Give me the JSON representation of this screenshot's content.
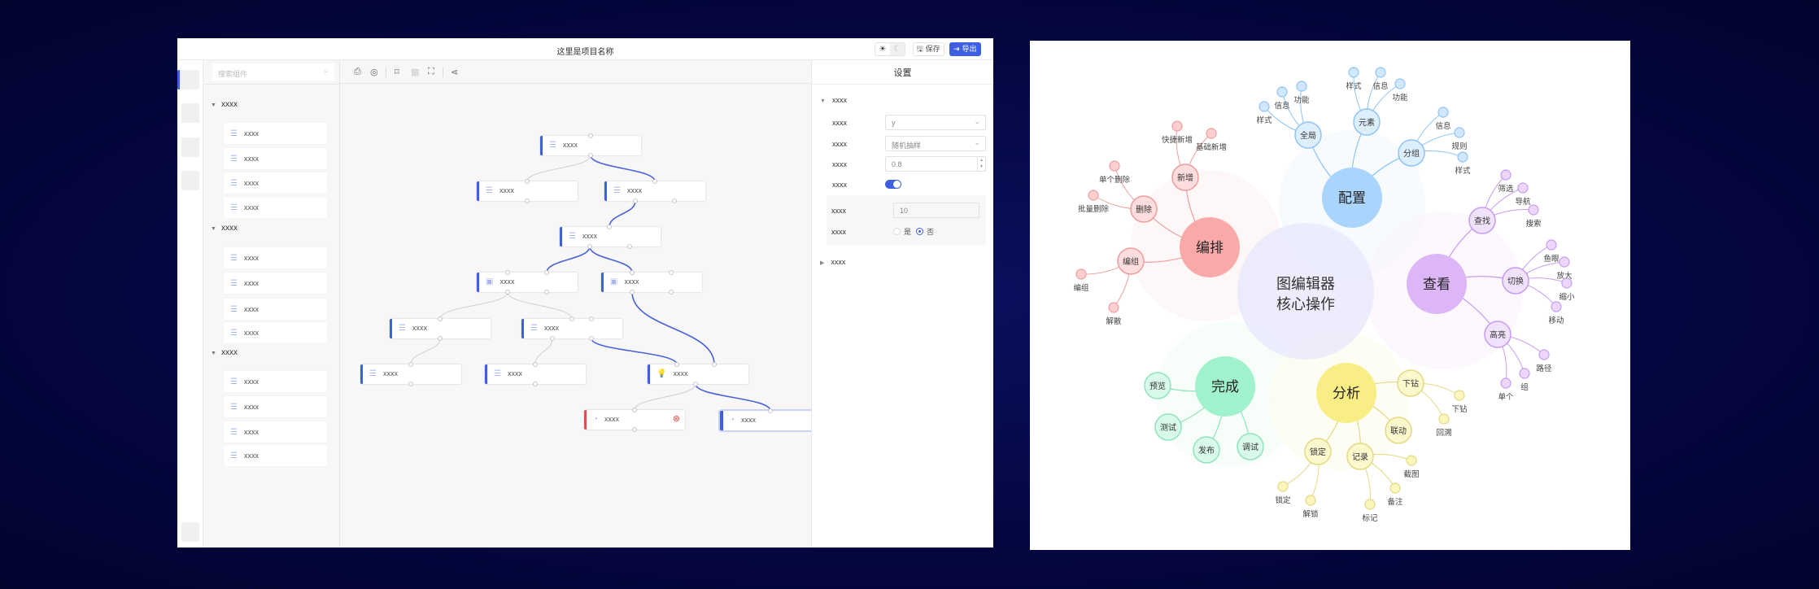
{
  "editor": {
    "header": {
      "project_title": "这里是项目名称",
      "theme_light_icon": "sun-icon",
      "theme_dark_icon": "moon-icon",
      "save_label": "保存",
      "export_label": "导出"
    },
    "components": {
      "search_placeholder": "搜索组件",
      "groups": [
        {
          "label": "xxxx",
          "items": [
            "xxxx",
            "xxxx",
            "xxxx",
            "xxxx"
          ]
        },
        {
          "label": "xxxx",
          "items": [
            "xxxx",
            "xxxx",
            "xxxx",
            "xxxx"
          ]
        },
        {
          "label": "xxxx",
          "items": [
            "xxxx",
            "xxxx",
            "xxxx",
            "xxxx"
          ]
        }
      ]
    },
    "toolbar_icons": [
      "save-icon",
      "preview-icon",
      "fit-icon",
      "grid-icon",
      "fullscreen-icon",
      "share-icon"
    ],
    "canvas": {
      "nodes": [
        {
          "label": "xxxx",
          "icon": "list-icon",
          "status": "normal"
        },
        {
          "label": "xxxx",
          "icon": "list-icon",
          "status": "normal"
        },
        {
          "label": "xxxx",
          "icon": "list-icon",
          "status": "normal"
        },
        {
          "label": "xxxx",
          "icon": "list-icon",
          "status": "normal"
        },
        {
          "label": "xxxx",
          "icon": "calendar-icon",
          "status": "normal"
        },
        {
          "label": "xxxx",
          "icon": "calendar-icon",
          "status": "normal"
        },
        {
          "label": "xxxx",
          "icon": "list-icon",
          "status": "normal"
        },
        {
          "label": "xxxx",
          "icon": "list-icon",
          "status": "normal"
        },
        {
          "label": "xxxx",
          "icon": "list-icon",
          "status": "normal"
        },
        {
          "label": "xxxx",
          "icon": "list-icon",
          "status": "normal"
        },
        {
          "label": "xxxx",
          "icon": "bulb-icon",
          "status": "normal"
        },
        {
          "label": "xxxx",
          "icon": "pie-icon",
          "status": "error"
        },
        {
          "label": "xxxx",
          "icon": "pie-icon",
          "status": "selected"
        }
      ],
      "edges": [
        {
          "from": 0,
          "to": 1,
          "highlighted": false
        },
        {
          "from": 0,
          "to": 2,
          "highlighted": true
        },
        {
          "from": 2,
          "to": 3,
          "highlighted": true
        },
        {
          "from": 3,
          "to": 4,
          "highlighted": true
        },
        {
          "from": 3,
          "to": 5,
          "highlighted": true
        },
        {
          "from": 4,
          "to": 6,
          "highlighted": false
        },
        {
          "from": 4,
          "to": 7,
          "highlighted": false
        },
        {
          "from": 5,
          "to": 10,
          "highlighted": true
        },
        {
          "from": 6,
          "to": 8,
          "highlighted": false
        },
        {
          "from": 7,
          "to": 9,
          "highlighted": false
        },
        {
          "from": 7,
          "to": 10,
          "highlighted": true
        },
        {
          "from": 10,
          "to": 11,
          "highlighted": false
        },
        {
          "from": 10,
          "to": 12,
          "highlighted": true
        }
      ]
    },
    "settings": {
      "title": "设置",
      "section1": "xxxx",
      "rows": [
        {
          "label": "xxxx",
          "value": "y",
          "type": "select"
        },
        {
          "label": "xxxx",
          "value": "随机抽样",
          "type": "select"
        },
        {
          "label": "xxxx",
          "value": "0.8",
          "type": "number"
        },
        {
          "label": "xxxx",
          "value": true,
          "type": "switch"
        }
      ],
      "sub_rows": [
        {
          "label": "xxxx",
          "value": "10"
        },
        {
          "label": "xxxx",
          "options": [
            "是",
            "否"
          ],
          "selected": "否"
        }
      ],
      "section2": "xxxx"
    }
  },
  "mindmap": {
    "center": [
      "图编辑器",
      "核心操作"
    ],
    "colors": {
      "center": "#e9e9fb",
      "config": "#a9d4fb",
      "edit": "#f9a9a9",
      "view": "#dcb6f6",
      "done": "#9ff2cb",
      "analyze": "#f8ee85"
    },
    "categories": [
      {
        "key": "config",
        "label": "配置",
        "subs": [
          {
            "label": "全局",
            "leaves": [
              "样式",
              "信息",
              "功能"
            ]
          },
          {
            "label": "元素",
            "leaves": [
              "样式",
              "信息",
              "功能"
            ]
          },
          {
            "label": "分组",
            "leaves": [
              "信息",
              "规则",
              "样式"
            ]
          }
        ]
      },
      {
        "key": "edit",
        "label": "编排",
        "subs": [
          {
            "label": "新增",
            "leaves": [
              "快捷新增",
              "基础新增"
            ]
          },
          {
            "label": "删除",
            "leaves": [
              "单个删除",
              "批量删除"
            ]
          },
          {
            "label": "编组",
            "leaves": [
              "编组",
              "解散"
            ]
          }
        ]
      },
      {
        "key": "view",
        "label": "查看",
        "subs": [
          {
            "label": "查找",
            "leaves": [
              "筛选",
              "导航",
              "搜索"
            ]
          },
          {
            "label": "切换",
            "leaves": [
              "鱼眼",
              "放大",
              "缩小",
              "移动"
            ]
          },
          {
            "label": "高亮",
            "leaves": [
              "路径",
              "组",
              "单个"
            ]
          }
        ]
      },
      {
        "key": "done",
        "label": "完成",
        "subs": [
          {
            "label": "预览",
            "leaves": []
          },
          {
            "label": "测试",
            "leaves": []
          },
          {
            "label": "发布",
            "leaves": []
          },
          {
            "label": "调试",
            "leaves": []
          }
        ]
      },
      {
        "key": "analyze",
        "label": "分析",
        "subs": [
          {
            "label": "下钻",
            "leaves": [
              "下钻",
              "回溯"
            ]
          },
          {
            "label": "联动",
            "leaves": []
          },
          {
            "label": "记录",
            "leaves": [
              "截图",
              "备注",
              "标记"
            ]
          },
          {
            "label": "锁定",
            "leaves": [
              "锁定",
              "解锁"
            ]
          }
        ]
      }
    ]
  }
}
